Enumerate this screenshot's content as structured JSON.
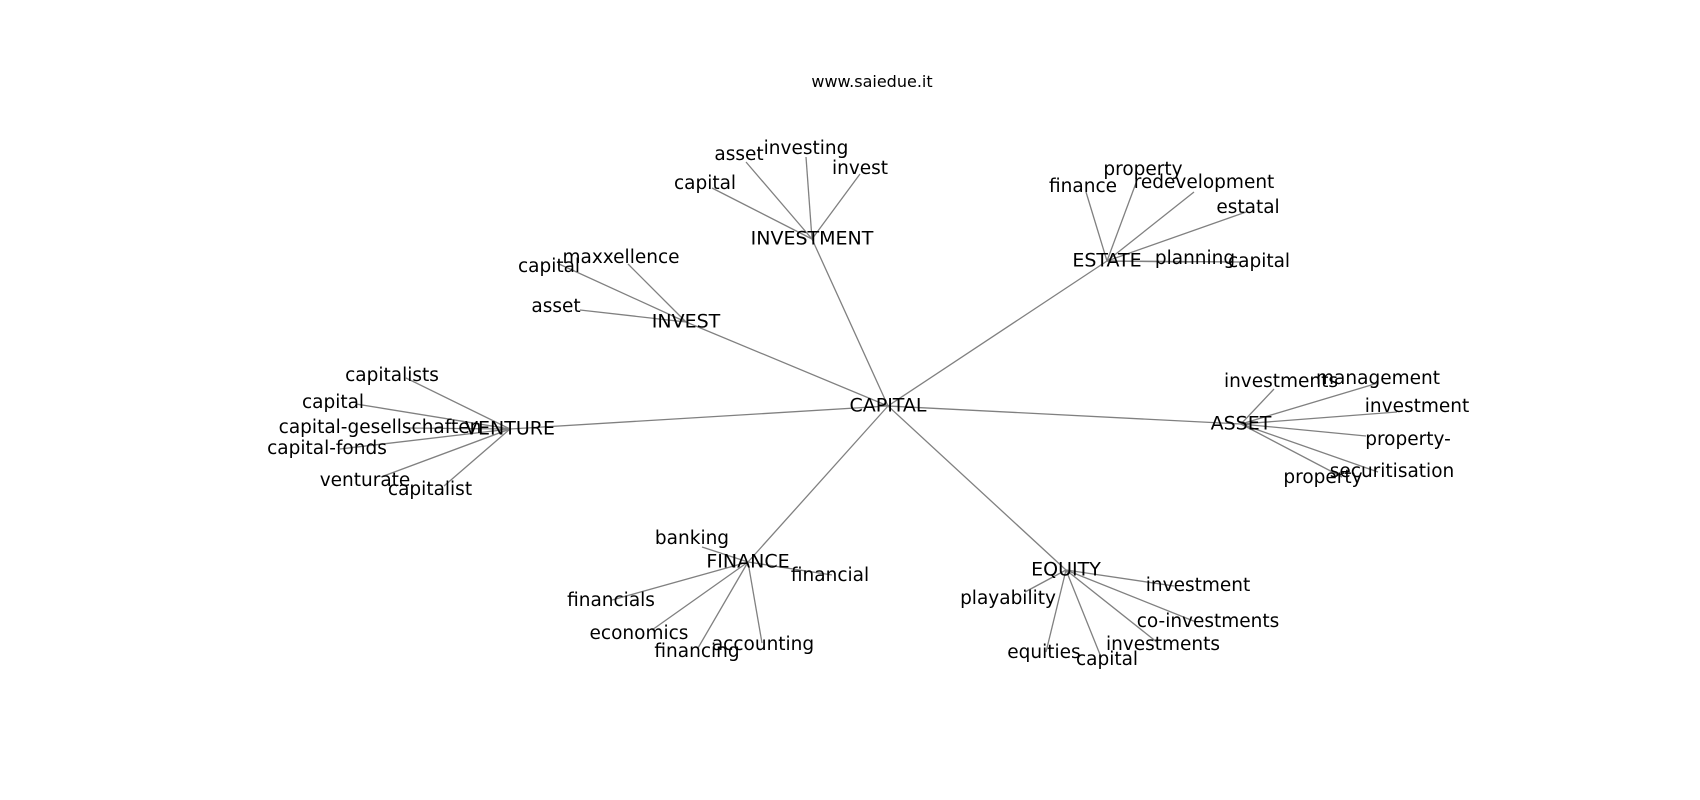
{
  "credit": "www.saiedue.it",
  "graph": {
    "center": "CAPITAL",
    "hubs": [
      {
        "label": "INVESTMENT",
        "leaves": [
          "asset",
          "investing",
          "invest",
          "capital"
        ]
      },
      {
        "label": "ESTATE",
        "leaves": [
          "finance",
          "property",
          "redevelopment",
          "estatal",
          "planning",
          "capital"
        ]
      },
      {
        "label": "INVEST",
        "leaves": [
          "capital",
          "maxxellence",
          "asset"
        ]
      },
      {
        "label": "VENTURE",
        "leaves": [
          "capitalists",
          "capital",
          "capital-gesellschaften",
          "capital-fonds",
          "venturate",
          "capitalist"
        ]
      },
      {
        "label": "ASSET",
        "leaves": [
          "investments",
          "management",
          "investment",
          "property-",
          "securitisation",
          "property"
        ]
      },
      {
        "label": "FINANCE",
        "leaves": [
          "banking",
          "financial",
          "financials",
          "economics",
          "financing",
          "accounting"
        ]
      },
      {
        "label": "EQUITY",
        "leaves": [
          "playability",
          "investment",
          "co-investments",
          "investments",
          "capital",
          "equities"
        ]
      }
    ]
  }
}
